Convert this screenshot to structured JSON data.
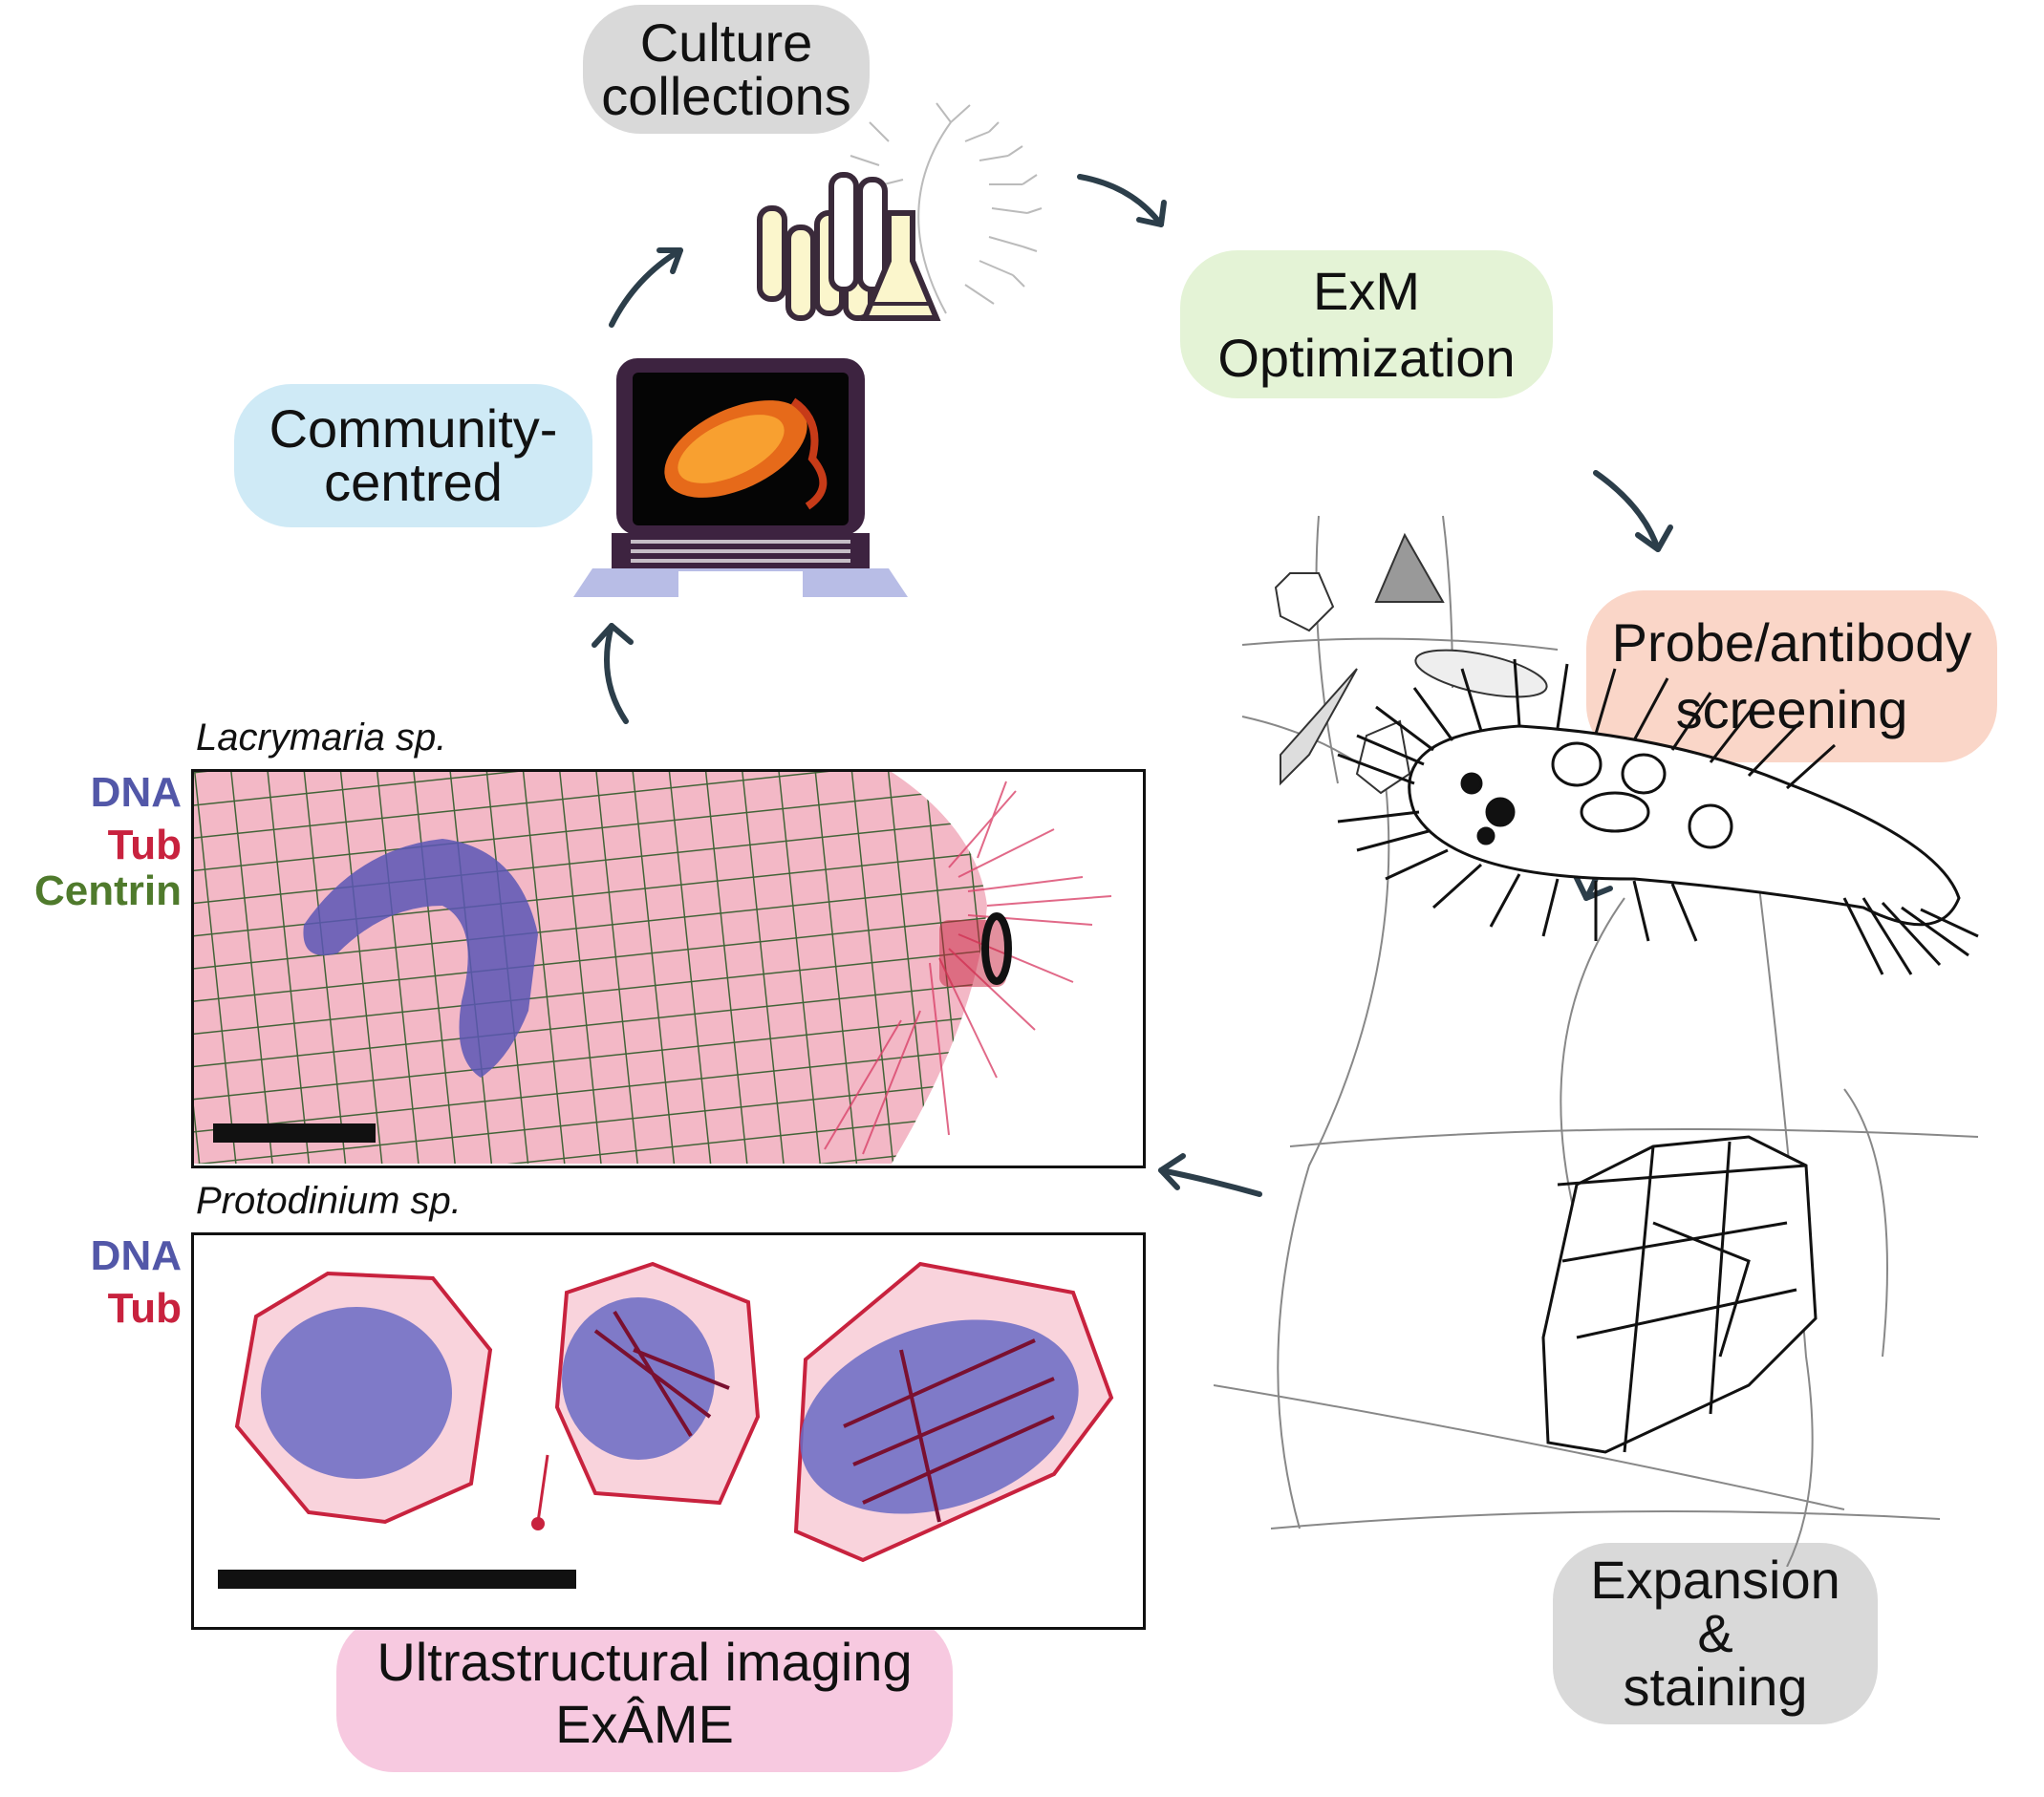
{
  "steps": {
    "culture": {
      "line1": "Culture",
      "line2": "collections",
      "color": "#d9d9d9"
    },
    "exm": {
      "line1": "ExM",
      "line2": "Optimization",
      "color": "#e4f3d6"
    },
    "probe": {
      "line1": "Probe/antibody",
      "line2": "screening",
      "color": "#fad6c8"
    },
    "expansion": {
      "line1": "Expansion",
      "line2": "&",
      "line3": "staining",
      "color": "#d9d9d9"
    },
    "imaging": {
      "line1": "Ultrastructural imaging",
      "line2": "ExÂME",
      "color": "#f7c9e0"
    },
    "community": {
      "line1": "Community-",
      "line2": "centred",
      "color": "#cfeaf6"
    }
  },
  "panels": {
    "lacrymaria": {
      "species": "Lacrymaria sp.",
      "stains": {
        "dna": "DNA",
        "tub": "Tub",
        "centrin": "Centrin"
      }
    },
    "protodinium": {
      "species": "Protodinium sp.",
      "stains": {
        "dna": "DNA",
        "tub": "Tub"
      }
    }
  },
  "stain_colors": {
    "dna": "#5257a8",
    "tub": "#c8223e",
    "centrin": "#4f7a2c"
  },
  "arrow_color": "#2c3e4a"
}
